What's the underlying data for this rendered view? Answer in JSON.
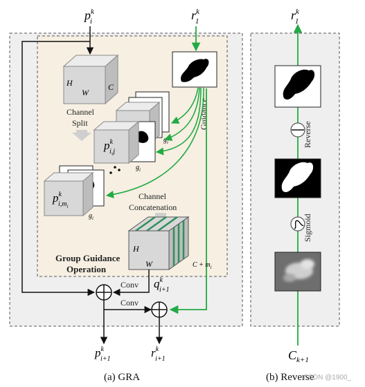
{
  "gra": {
    "caption": "(a) GRA",
    "input_p": "p",
    "input_p_sup": "k",
    "input_p_sub": "i",
    "input_r": "r",
    "input_r_sup": "k",
    "input_r_sub": "1",
    "cube_h": "H",
    "cube_w": "W",
    "cube_c": "C",
    "channel_split_1": "Channel",
    "channel_split_2": "Split",
    "guidance": "Guidance",
    "g_i": "g",
    "g_i_sub": "i",
    "p_ij": "p",
    "p_ij_sup": "k",
    "p_ij_sub": "i,j",
    "p_imi": "p",
    "p_imi_sup": "k",
    "p_imi_sub": "i,m",
    "p_imi_subsub": "i",
    "concat_1": "Channel",
    "concat_2": "Concatenation",
    "out_h": "H",
    "out_w": "W",
    "out_c": "C + m",
    "out_c_sub": "i",
    "ggo_1": "Group Guidance",
    "ggo_2": "Operation",
    "conv1": "Conv",
    "conv2": "Conv",
    "q": "q",
    "q_sup": "k",
    "q_sub": "i+1",
    "out_p": "p",
    "out_p_sup": "k",
    "out_p_sub": "i+1",
    "out_r": "r",
    "out_r_sup": "k",
    "out_r_sub": "i+1"
  },
  "reverse": {
    "caption": "(b) Reverse",
    "top_r": "r",
    "top_r_sup": "k",
    "top_r_sub": "1",
    "reverse_label": "Reverse",
    "sigmoid_label": "Sigmoid",
    "bottom_c": "C",
    "bottom_c_sub": "k+1"
  },
  "watermark": "CSDN @1900_",
  "colors": {
    "green_arrow": "#22aa44",
    "panel_bg": "#efefef",
    "ggo_bg": "#f6efe2",
    "cube_face": "#d8d8d8",
    "cube_top": "#ececec",
    "cube_side": "#bdbdbd",
    "concat_stripe": "#2f8f5a"
  }
}
